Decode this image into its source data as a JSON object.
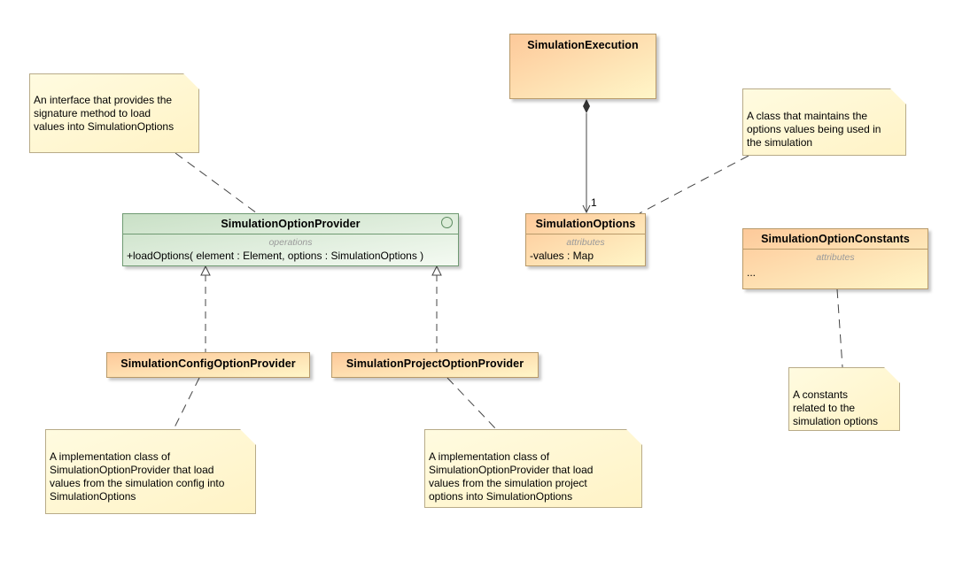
{
  "diagram": {
    "classes": {
      "simulation_execution": {
        "name": "SimulationExecution"
      },
      "simulation_options": {
        "name": "SimulationOptions",
        "stereotype": "attributes",
        "members": [
          "-values : Map"
        ]
      },
      "simulation_option_provider": {
        "name": "SimulationOptionProvider",
        "stereotype": "operations",
        "members": [
          "+loadOptions( element : Element, options : SimulationOptions )"
        ]
      },
      "simulation_config_option_provider": {
        "name": "SimulationConfigOptionProvider"
      },
      "simulation_project_option_provider": {
        "name": "SimulationProjectOptionProvider"
      },
      "simulation_option_constants": {
        "name": "SimulationOptionConstants",
        "stereotype": "attributes",
        "members": [
          "..."
        ]
      }
    },
    "notes": {
      "interface_note": [
        "An interface that provides the",
        "signature method to load",
        "values into SimulationOptions"
      ],
      "options_note": [
        "A class that maintains the",
        "options values being used in",
        "the simulation"
      ],
      "constants_note": [
        "A constants",
        "related to the",
        "simulation options"
      ],
      "config_note": [
        "A implementation class of",
        "SimulationOptionProvider that load",
        "values from the simulation config into",
        "SimulationOptions"
      ],
      "project_note": [
        "A implementation class of",
        "SimulationOptionProvider that load",
        "values from the simulation project",
        "options into SimulationOptions"
      ]
    },
    "multiplicity": "1"
  }
}
